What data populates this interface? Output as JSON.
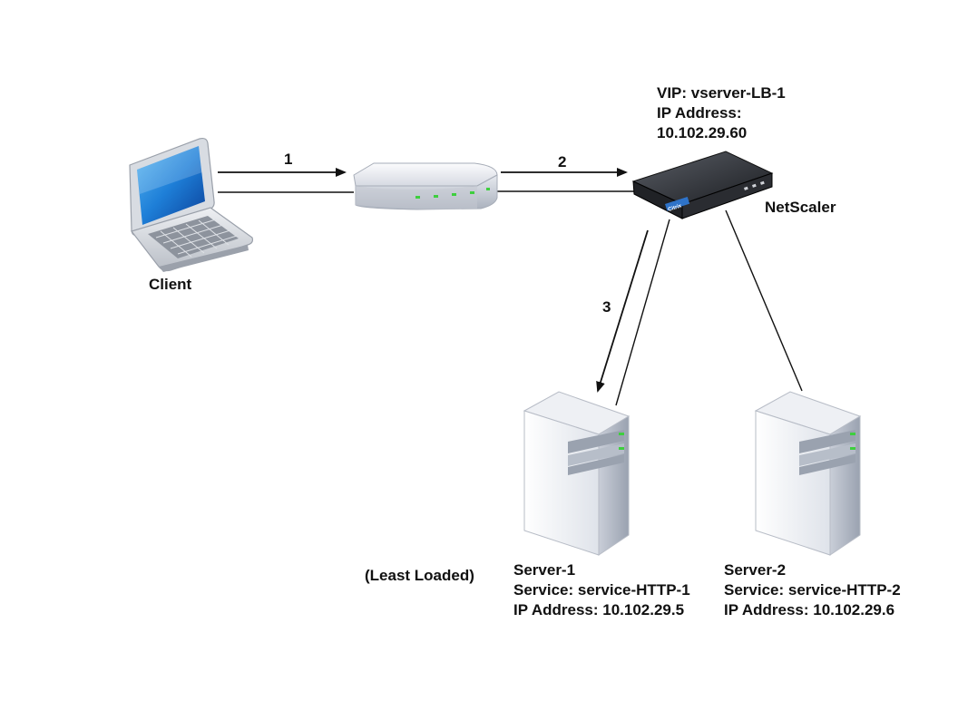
{
  "diagram": {
    "client": {
      "label": "Client"
    },
    "steps": {
      "step1": "1",
      "step2": "2",
      "step3": "3"
    },
    "netscaler": {
      "label": "NetScaler",
      "vip_line": "VIP: vserver-LB-1",
      "ip_line_1": "IP Address:",
      "ip_line_2": "10.102.29.60",
      "brand_text": "Citrix"
    },
    "least_loaded_note": "(Least Loaded)",
    "server1": {
      "name": "Server-1",
      "service": "Service: service-HTTP-1",
      "ip": "IP Address: 10.102.29.5"
    },
    "server2": {
      "name": "Server-2",
      "service": "Service: service-HTTP-2",
      "ip": "IP Address: 10.102.29.6"
    }
  }
}
